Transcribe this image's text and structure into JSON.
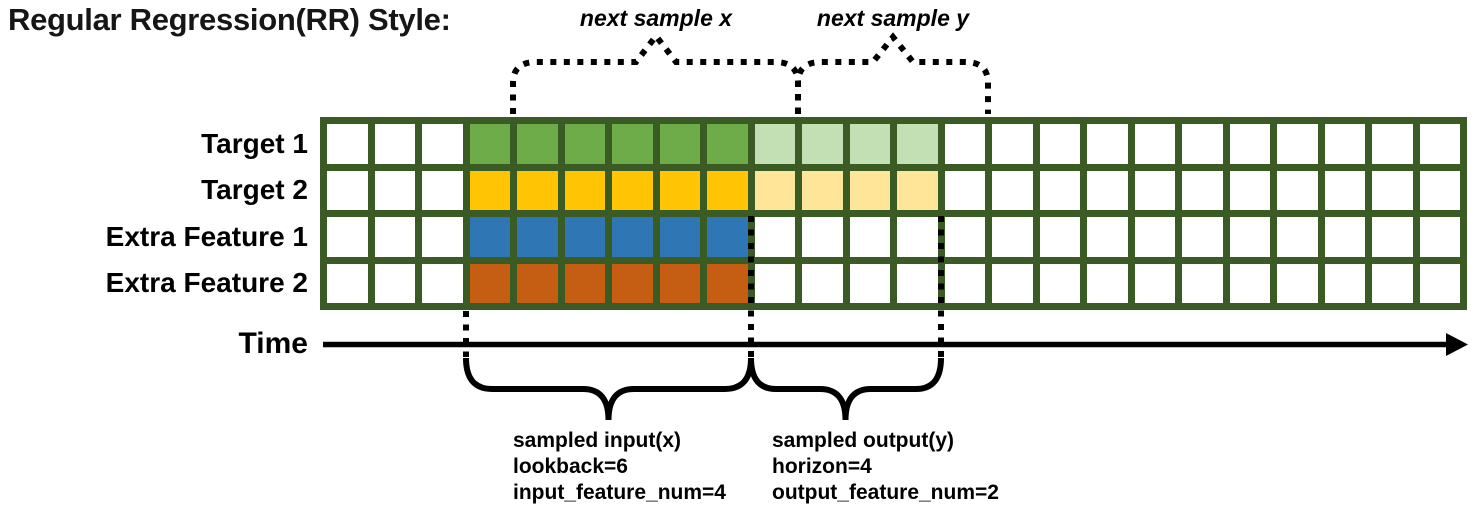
{
  "title": "Regular Regression(RR) Style:",
  "colors": {
    "grid_line": "#3B5B25",
    "cell_empty": "#FFFFFF",
    "target1_input": "#6EAB49",
    "target1_output": "#C3DFB4",
    "target2_input": "#FFC403",
    "target2_output": "#FFE597",
    "extra1_input": "#2F76B5",
    "extra2_input": "#C55D12",
    "annotation": "#000000"
  },
  "grid": {
    "columns": 24,
    "lead_empty": 3,
    "lookback": 6,
    "horizon": 4,
    "rows": [
      {
        "label": "Target 1",
        "input_color": "#6EAB49",
        "output_color": "#C3DFB4"
      },
      {
        "label": "Target 2",
        "input_color": "#FFC403",
        "output_color": "#FFE597"
      },
      {
        "label": "Extra Feature 1",
        "input_color": "#2F76B5",
        "output_color": null
      },
      {
        "label": "Extra Feature 2",
        "input_color": "#C55D12",
        "output_color": null
      }
    ]
  },
  "annotations": {
    "next_sample_x": "next sample x",
    "next_sample_y": "next sample y",
    "time_label": "Time",
    "input_block": [
      "sampled input(x)",
      "lookback=6",
      "input_feature_num=4"
    ],
    "output_block": [
      "sampled output(y)",
      "horizon=4",
      "output_feature_num=2"
    ]
  }
}
